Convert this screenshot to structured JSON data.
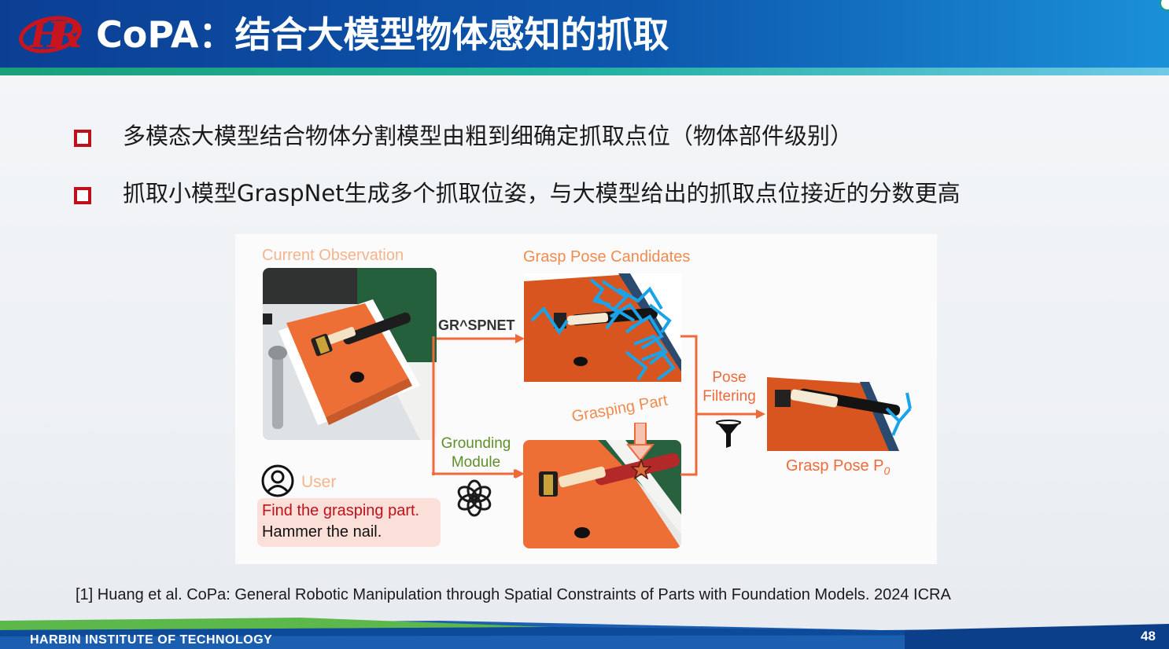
{
  "header": {
    "title": "CoPA：结合大模型物体感知的抓取",
    "logo_text": "HR"
  },
  "bullets": [
    {
      "text": "多模态大模型结合物体分割模型由粗到细确定抓取点位（物体部件级别）"
    },
    {
      "text": "抓取小模型GraspNet生成多个抓取位姿，与大模型给出的抓取点位接近的分数更高"
    }
  ],
  "figure": {
    "current_observation": "Current Observation",
    "grasp_pose_candidates": "Grasp Pose Candidates",
    "graspnet_logo": "GR^SPNET",
    "grounding_module_line1": "Grounding",
    "grounding_module_line2": "Module",
    "grasping_part": "Grasping Part",
    "pose_filtering_line1": "Pose",
    "pose_filtering_line2": "Filtering",
    "grasp_pose": "Grasp Pose P",
    "grasp_pose_sub": "0",
    "user_label": "User",
    "user_prompt_line1": "Find the grasping part.",
    "user_prompt_line2": "Hammer the nail.",
    "icons": [
      "user-icon",
      "openai-icon",
      "funnel-icon",
      "star-icon"
    ],
    "colors": {
      "label_orange": "#f08a4f",
      "arrow_orange": "#ef6a3a",
      "grounding_green": "#5f8f2a",
      "prompt_red": "#c0101a",
      "grasp_blue": "#1aa3e8"
    }
  },
  "citation": "[1] Huang et al. CoPa: General Robotic Manipulation through Spatial Constraints of Parts with Foundation Models. 2024 ICRA",
  "footer": {
    "institution": "HARBIN INSTITUTE OF TECHNOLOGY",
    "page_number": "48"
  }
}
